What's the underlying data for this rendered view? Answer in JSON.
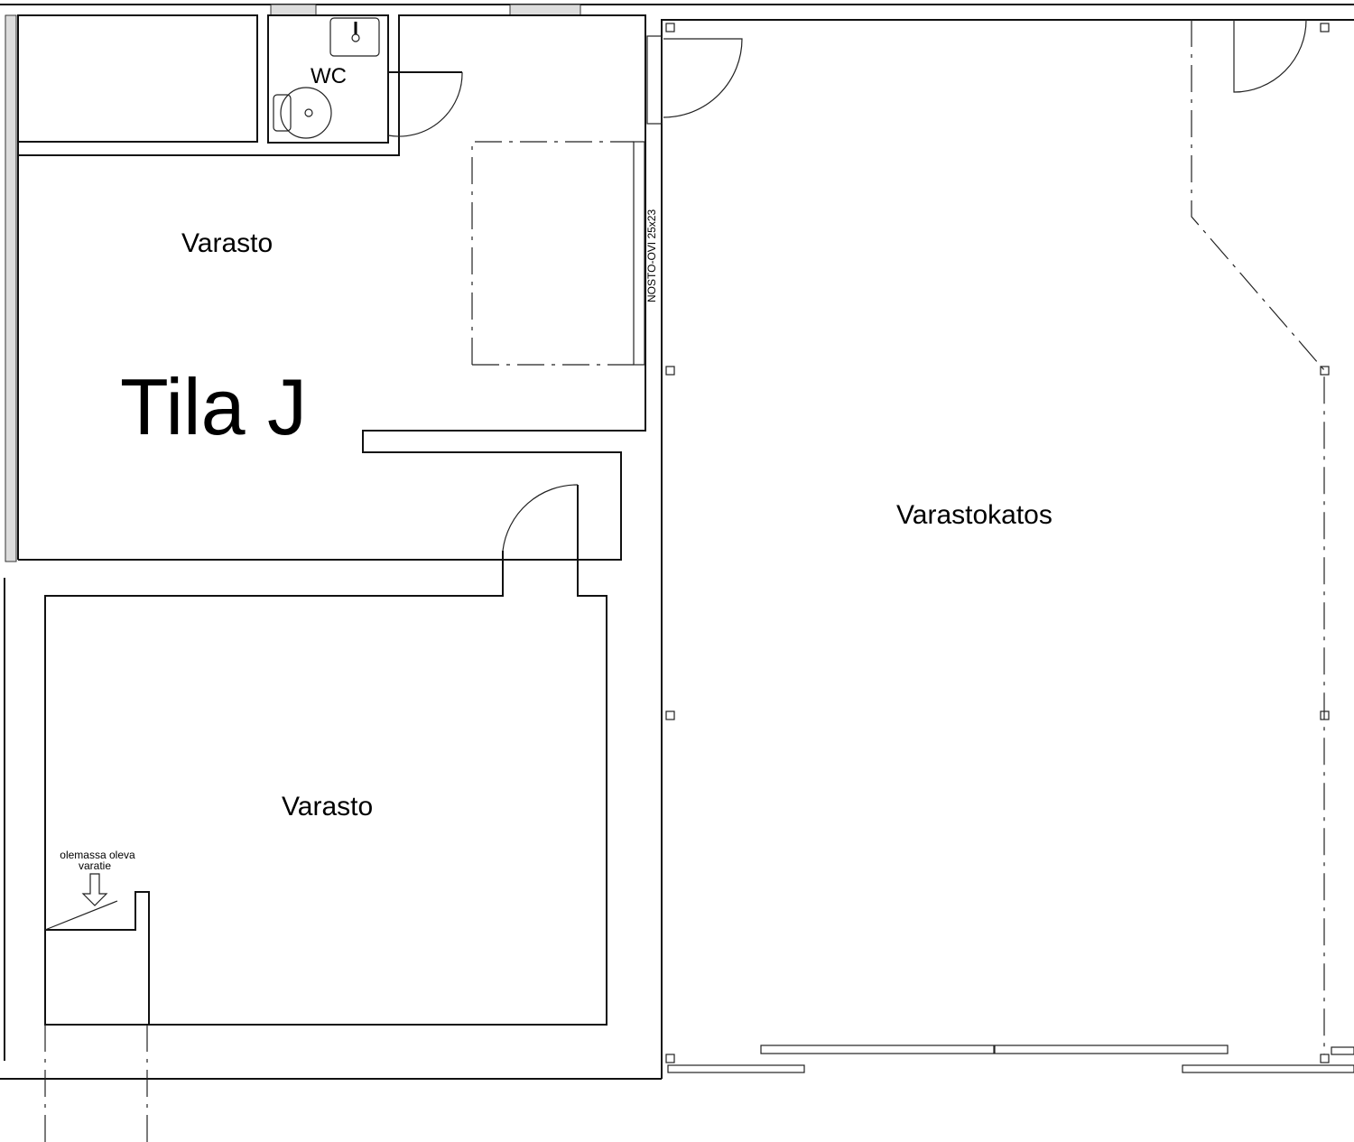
{
  "plan": {
    "wc_label": "WC",
    "room_upper_label": "Varasto",
    "unit_label": "Tila J",
    "lift_door_label": "NOSTO-OVI 25x23",
    "shed_label": "Varastokatos",
    "room_lower_label": "Varasto",
    "exit_note_line1": "olemassa oleva",
    "exit_note_line2": "varatie"
  }
}
